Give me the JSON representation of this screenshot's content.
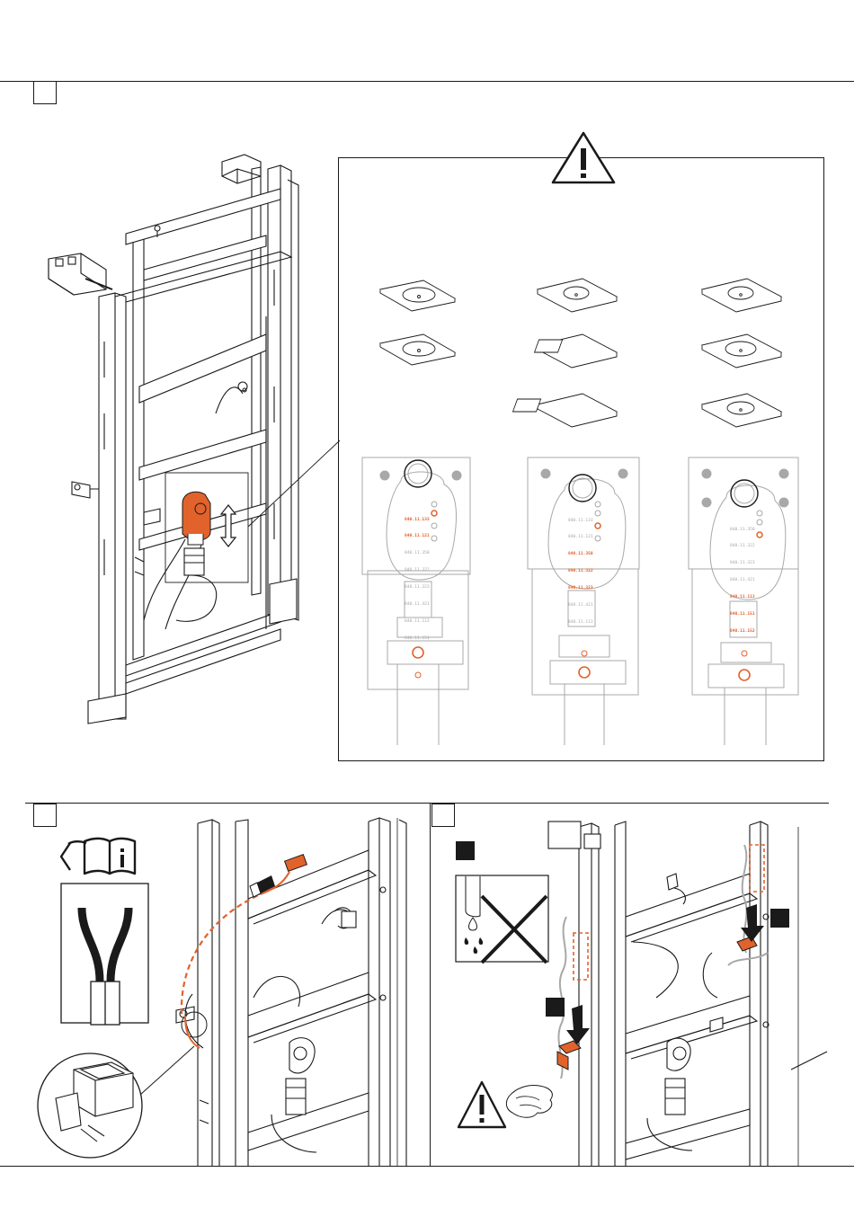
{
  "colors": {
    "accent": "#e2622c",
    "line": "#1a1a1a",
    "muted": "#a8a8a8"
  },
  "icons": {
    "warning": "warning-triangle-icon",
    "manual": "read-manual-info-icon",
    "no_drip": "no-water-drip-icon"
  },
  "variants": [
    {
      "codes": [
        {
          "text": "840.11.133",
          "hl": true
        },
        {
          "text": "840.11.121",
          "hl": true
        },
        {
          "text": "840.11.350",
          "hl": false
        },
        {
          "text": "840.11.322",
          "hl": false
        },
        {
          "text": "840.11.323",
          "hl": false
        },
        {
          "text": "840.11.421",
          "hl": false
        },
        {
          "text": "840.11.113",
          "hl": false
        },
        {
          "text": "840.11.151",
          "hl": false
        }
      ]
    },
    {
      "codes": [
        {
          "text": "840.11.133",
          "hl": false
        },
        {
          "text": "840.11.121",
          "hl": false
        },
        {
          "text": "840.11.350",
          "hl": true
        },
        {
          "text": "840.11.322",
          "hl": true
        },
        {
          "text": "840.11.323",
          "hl": true
        },
        {
          "text": "840.11.421",
          "hl": false
        },
        {
          "text": "840.11.113",
          "hl": false
        }
      ]
    },
    {
      "codes": [
        {
          "text": "840.11.350",
          "hl": false
        },
        {
          "text": "840.11.322",
          "hl": false
        },
        {
          "text": "840.11.323",
          "hl": false
        },
        {
          "text": "840.11.421",
          "hl": false
        },
        {
          "text": "840.11.113",
          "hl": true
        },
        {
          "text": "840.11.151",
          "hl": true
        },
        {
          "text": "840.11.152",
          "hl": true
        }
      ]
    }
  ]
}
